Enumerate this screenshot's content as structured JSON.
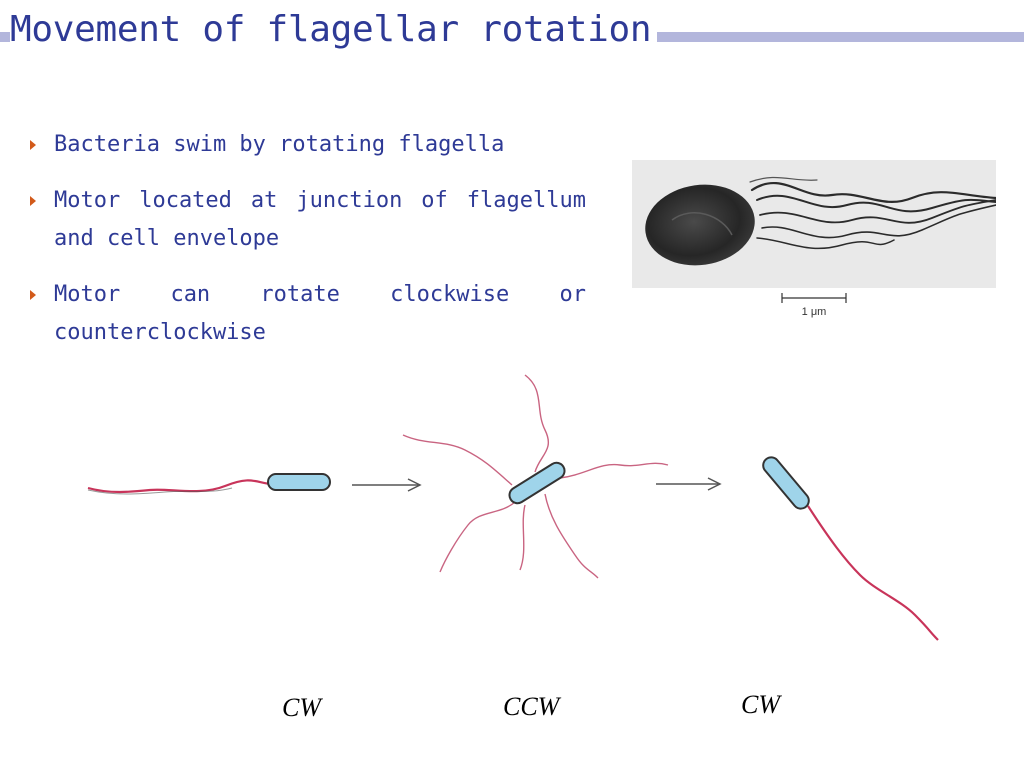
{
  "slide": {
    "title": "Movement of flagellar rotation",
    "bullets": [
      "Bacteria swim by rotating flagella",
      "Motor located at  junction of flagellum and cell envelope",
      "Motor can rotate clockwise or counterclockwise"
    ]
  },
  "micrograph": {
    "scale_label": "1 μm"
  },
  "diagram": {
    "labels": [
      "CW",
      "CCW",
      "CW"
    ]
  },
  "colors": {
    "title": "#2e3a96",
    "accent_bar": "#b3b6dc",
    "bullet": "#d25a1a",
    "cell_fill": "#9fd4ea",
    "flagellum": "#c8345a"
  }
}
